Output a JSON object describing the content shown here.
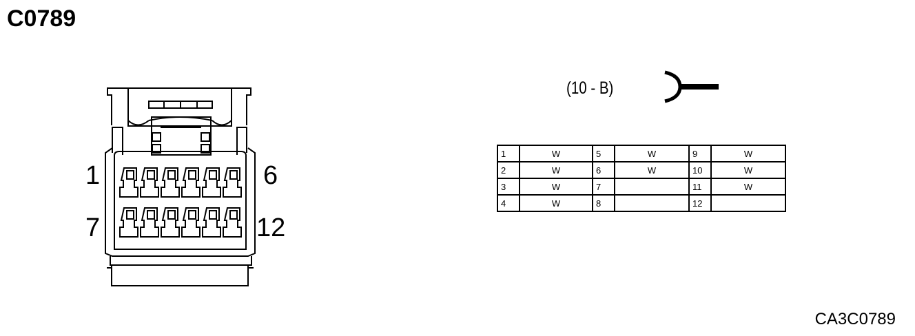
{
  "title": "C0789",
  "pin_labels": {
    "top_left": "1",
    "top_right": "6",
    "bottom_left": "7",
    "bottom_right": "12"
  },
  "reference": "(10 - B)",
  "diagram_code": "CA3C0789",
  "pin_table": {
    "rows": [
      [
        {
          "pin": "1",
          "color": "W"
        },
        {
          "pin": "5",
          "color": "W"
        },
        {
          "pin": "9",
          "color": "W"
        }
      ],
      [
        {
          "pin": "2",
          "color": "W"
        },
        {
          "pin": "6",
          "color": "W"
        },
        {
          "pin": "10",
          "color": "W"
        }
      ],
      [
        {
          "pin": "3",
          "color": "W"
        },
        {
          "pin": "7",
          "color": ""
        },
        {
          "pin": "11",
          "color": "W"
        }
      ],
      [
        {
          "pin": "4",
          "color": "W"
        },
        {
          "pin": "8",
          "color": ""
        },
        {
          "pin": "12",
          "color": ""
        }
      ]
    ]
  },
  "icons": {
    "connector": "connector-face-icon",
    "wire": "female-terminal-icon"
  }
}
